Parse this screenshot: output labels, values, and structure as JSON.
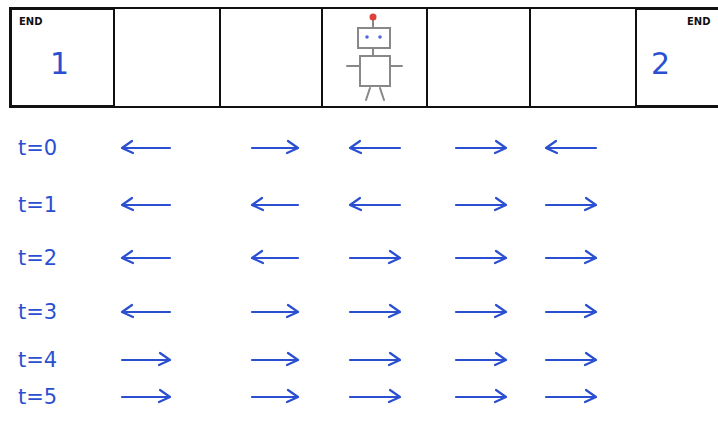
{
  "diagram": {
    "nodes": [
      {
        "text": [
          "END",
          "1"
        ]
      },
      {
        "text": [
          "END",
          "2"
        ]
      }
    ],
    "labels": [
      "t=0",
      "t=1",
      "t=2",
      "t=3",
      "t=4",
      "t=5"
    ]
  }
}
